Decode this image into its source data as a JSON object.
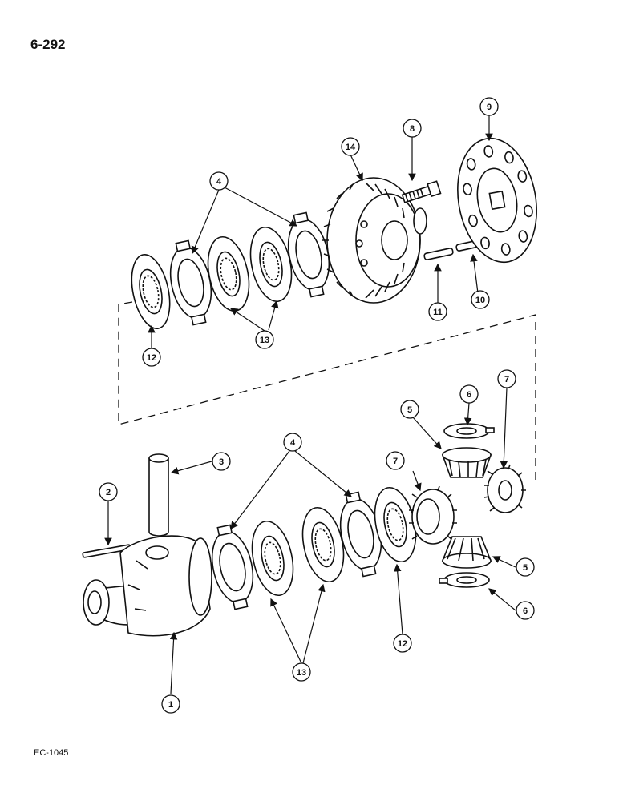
{
  "page_number": "6-292",
  "figure_code": "EC-1045",
  "callouts": [
    "1",
    "2",
    "3",
    "4",
    "4",
    "5",
    "5",
    "6",
    "6",
    "7",
    "7",
    "8",
    "9",
    "10",
    "11",
    "12",
    "12",
    "13",
    "13",
    "14"
  ]
}
